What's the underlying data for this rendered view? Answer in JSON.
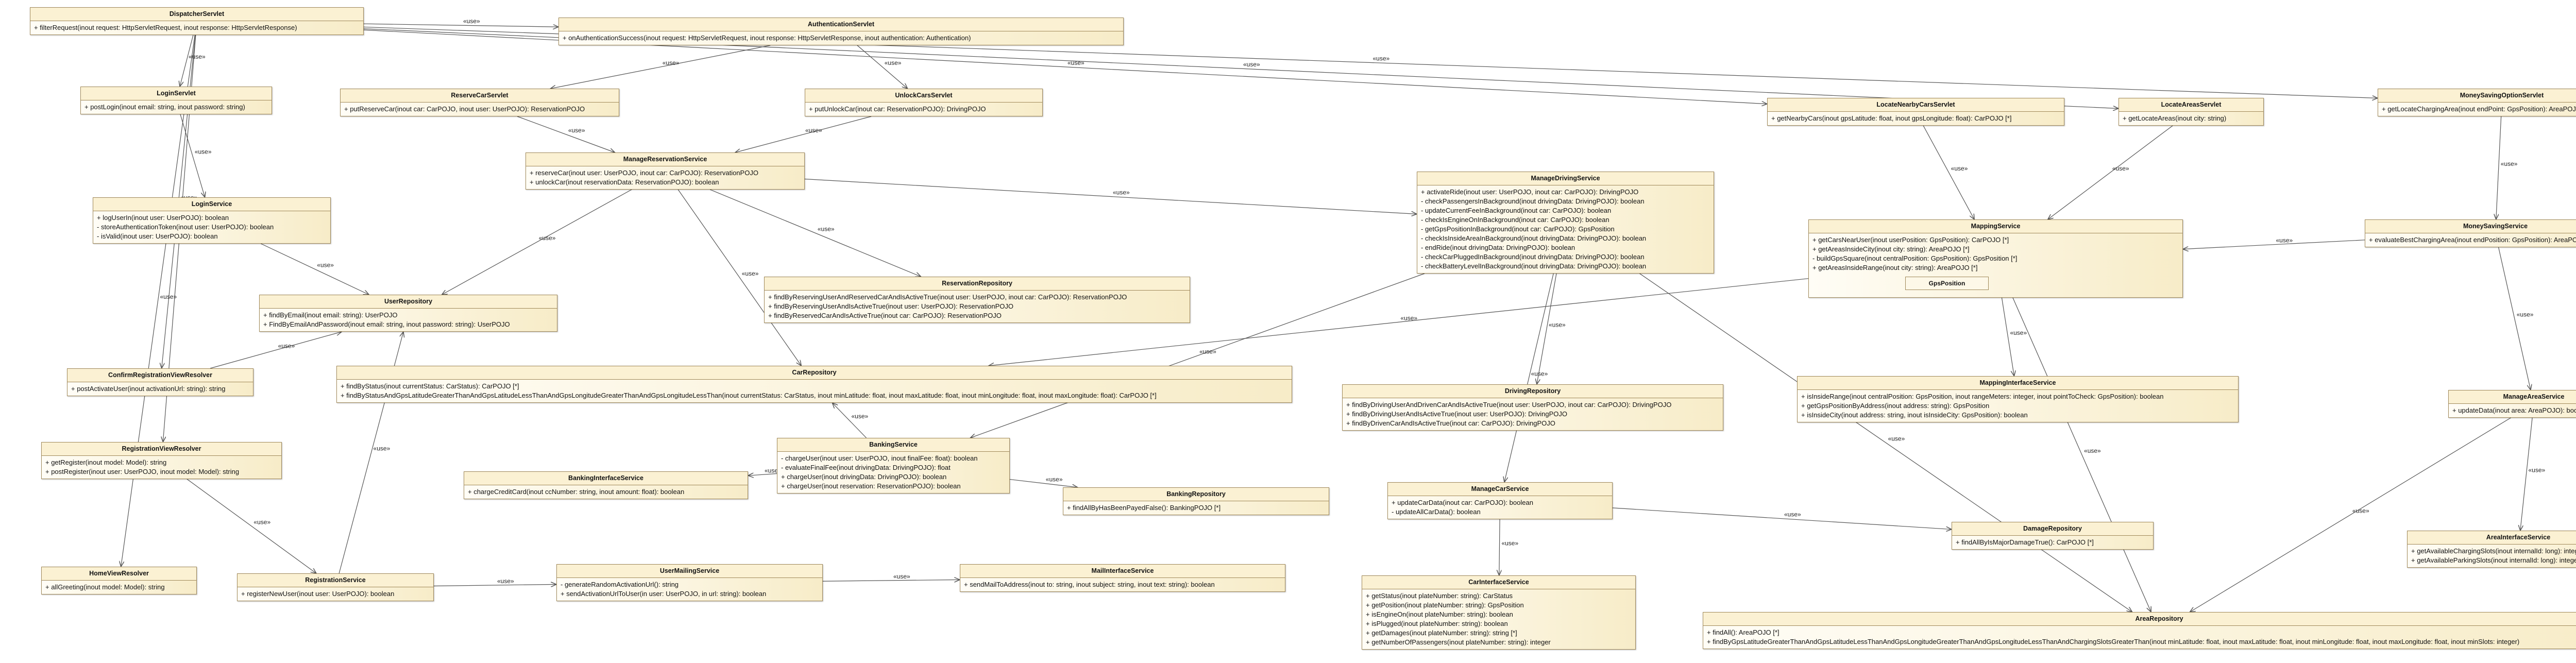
{
  "stereotype": "«use»",
  "classes": [
    {
      "key": "DispatcherServlet",
      "title": "DispatcherServlet",
      "ops": [
        "+ filterRequest(inout request: HttpServletRequest, inout response: HttpServletResponse)"
      ]
    },
    {
      "key": "AuthenticationServlet",
      "title": "AuthenticationServlet",
      "ops": [
        "+ onAuthenticationSuccess(inout request: HttpServletRequest, inout response: HttpServletResponse, inout authentication: Authentication)"
      ]
    },
    {
      "key": "LoginServlet",
      "title": "LoginServlet",
      "ops": [
        "+ postLogin(inout email: string, inout password: string)"
      ]
    },
    {
      "key": "ReserveCarServlet",
      "title": "ReserveCarServlet",
      "ops": [
        "+ putReserveCar(inout car: CarPOJO, inout user: UserPOJO): ReservationPOJO"
      ]
    },
    {
      "key": "UnlockCarsServlet",
      "title": "UnlockCarsServlet",
      "ops": [
        "+ putUnlockCar(inout car: ReservationPOJO): DrivingPOJO"
      ]
    },
    {
      "key": "LocateNearbyCarsServlet",
      "title": "LocateNearbyCarsServlet",
      "ops": [
        "+ getNearbyCars(inout gpsLatitude: float, inout gpsLongitude: float): CarPOJO [*]"
      ]
    },
    {
      "key": "LocateAreasServlet",
      "title": "LocateAreasServlet",
      "ops": [
        "+ getLocateAreas(inout city: string)"
      ]
    },
    {
      "key": "MoneySavingOptionServlet",
      "title": "MoneySavingOptionServlet",
      "ops": [
        "+ getLocateChargingArea(inout endPoint: GpsPosition): AreaPOJO"
      ]
    },
    {
      "key": "LoginService",
      "title": "LoginService",
      "ops": [
        "+ logUserIn(inout user: UserPOJO): boolean",
        "- storeAuthenticationToken(inout user: UserPOJO): boolean",
        "- isValid(inout user: UserPOJO): boolean"
      ]
    },
    {
      "key": "ManageReservationService",
      "title": "ManageReservationService",
      "ops": [
        "+ reserveCar(inout user: UserPOJO, inout car: CarPOJO): ReservationPOJO",
        "+ unlockCar(inout reservationData: ReservationPOJO): boolean"
      ]
    },
    {
      "key": "ManageDrivingService",
      "title": "ManageDrivingService",
      "ops": [
        "+ activateRide(inout user: UserPOJO, inout car: CarPOJO): DrivingPOJO",
        "- checkPassengersInBackground(inout drivingData: DrivingPOJO): boolean",
        "- updateCurrentFeeInBackground(inout car: CarPOJO): boolean",
        "- checkIsEngineOnInBackground(inout car: CarPOJO): boolean",
        "- getGpsPositionInBackground(inout car: CarPOJO): GpsPosition",
        "- checkIsInsideAreaInBackground(inout drivingData: DrivingPOJO): boolean",
        "- endRide(inout drivingData: DrivingPOJO): boolean",
        "- checkCarPluggedInBackground(inout drivingData: DrivingPOJO): boolean",
        "- checkBatteryLevelInBackground(inout drivingData: DrivingPOJO): boolean"
      ]
    },
    {
      "key": "MappingService",
      "title": "MappingService",
      "ops": [
        "+ getCarsNearUser(inout userPosition: GpsPosition): CarPOJO [*]",
        "+ getAreasInsideCity(inout city: string): AreaPOJO [*]",
        "- buildGpsSquare(inout centralPosition: GpsPosition): GpsPosition [*]",
        "+ getAreasInsideRange(inout city: string): AreaPOJO [*]"
      ],
      "nested": "GpsPosition"
    },
    {
      "key": "MoneySavingService",
      "title": "MoneySavingService",
      "ops": [
        "+ evaluateBestChargingArea(inout endPosition: GpsPosition): AreaPOJO"
      ]
    },
    {
      "key": "UserRepository",
      "title": "UserRepository",
      "ops": [
        "+ findByEmail(inout email: string): UserPOJO",
        "+ FindByEmailAndPassword(inout email: string, inout password: string): UserPOJO"
      ]
    },
    {
      "key": "ReservationRepository",
      "title": "ReservationRepository",
      "ops": [
        "+ findByReservingUserAndReservedCarAndIsActiveTrue(inout user: UserPOJO, inout car: CarPOJO): ReservationPOJO",
        "+ findByReservingUserAndIsActiveTrue(inout user: UserPOJO): ReservationPOJO",
        "+ findByReservedCarAndIsActiveTrue(inout car: CarPOJO): ReservationPOJO"
      ]
    },
    {
      "key": "ConfirmRegistrationViewResolver",
      "title": "ConfirmRegistrationViewResolver",
      "ops": [
        "+ postActivateUser(inout activationUrl: string): string"
      ]
    },
    {
      "key": "CarRepository",
      "title": "CarRepository",
      "ops": [
        "+ findByStatus(inout currentStatus: CarStatus): CarPOJO [*]",
        "+ findByStatusAndGpsLatitudeGreaterThanAndGpsLatitudeLessThanAndGpsLongitudeGreaterThanAndGpsLongitudeLessThan(inout currentStatus: CarStatus, inout minLatitude: float, inout maxLatitude: float, inout minLongitude: float, inout maxLongitude: float): CarPOJO [*]"
      ]
    },
    {
      "key": "DrivingRepository",
      "title": "DrivingRepository",
      "ops": [
        "+ findByDrivingUserAndDrivenCarAndIsActiveTrue(inout user: UserPOJO, inout car: CarPOJO): DrivingPOJO",
        "+ findByDrivingUserAndIsActiveTrue(inout user: UserPOJO): DrivingPOJO",
        "+ findByDrivenCarAndIsActiveTrue(inout car: CarPOJO): DrivingPOJO"
      ]
    },
    {
      "key": "MappingInterfaceService",
      "title": "MappingInterfaceService",
      "ops": [
        "+ isInsideRange(inout centralPosition: GpsPosition, inout rangeMeters: integer, inout pointToCheck: GpsPosition): boolean",
        "+ getGpsPositionByAddress(inout address: string): GpsPosition",
        "+ isInsideCity(inout address: string, inout isInsideCity: GpsPosition): boolean"
      ]
    },
    {
      "key": "ManageAreaService",
      "title": "ManageAreaService",
      "ops": [
        "+ updateData(inout area: AreaPOJO): boolean"
      ]
    },
    {
      "key": "RegistrationViewResolver",
      "title": "RegistrationViewResolver",
      "ops": [
        "+ getRegister(inout model: Model): string",
        "+ postRegister(inout user: UserPOJO, inout model: Model): string"
      ]
    },
    {
      "key": "BankingService",
      "title": "BankingService",
      "ops": [
        "- chargeUser(inout user: UserPOJO, inout finalFee: float): boolean",
        "- evaluateFinalFee(inout drivingData: DrivingPOJO): float",
        "+ chargeUser(inout drivingData: DrivingPOJO): boolean",
        "+ chargeUser(inout reservation: ReservationPOJO): boolean"
      ]
    },
    {
      "key": "BankingInterfaceService",
      "title": "BankingInterfaceService",
      "ops": [
        "+ chargeCreditCard(inout ccNumber: string, inout amount: float): boolean"
      ]
    },
    {
      "key": "BankingRepository",
      "title": "BankingRepository",
      "ops": [
        "+ findAllByHasBeenPayedFalse(): BankingPOJO [*]"
      ]
    },
    {
      "key": "ManageCarService",
      "title": "ManageCarService",
      "ops": [
        "+ updateCarData(inout car: CarPOJO): boolean",
        "- updateAllCarData(): boolean"
      ]
    },
    {
      "key": "DamageRepository",
      "title": "DamageRepository",
      "ops": [
        "+ findAllByIsMajorDamageTrue(): CarPOJO [*]"
      ]
    },
    {
      "key": "AreaInterfaceService",
      "title": "AreaInterfaceService",
      "ops": [
        "+ getAvailableChargingSlots(inout internalId: long): integer",
        "+ getAvailableParkingSlots(inout internalId: long): integer"
      ]
    },
    {
      "key": "HomeViewResolver",
      "title": "HomeViewResolver",
      "ops": [
        "+ allGreeting(inout model: Model): string"
      ]
    },
    {
      "key": "RegistrationService",
      "title": "RegistrationService",
      "ops": [
        "+ registerNewUser(inout user: UserPOJO): boolean"
      ]
    },
    {
      "key": "UserMailingService",
      "title": "UserMailingService",
      "ops": [
        "- generateRandomActivationUrl(): string",
        "+ sendActivationUrlToUser(in user: UserPOJO, in url: string): boolean"
      ]
    },
    {
      "key": "MailInterfaceService",
      "title": "MailInterfaceService",
      "ops": [
        "+ sendMailToAddress(inout to: string, inout subject: string, inout text: string): boolean"
      ]
    },
    {
      "key": "CarInterfaceService",
      "title": "CarInterfaceService",
      "ops": [
        "+ getStatus(inout plateNumber: string): CarStatus",
        "+ getPosition(inout plateNumber: string): GpsPosition",
        "+ isEngineOn(inout plateNumber: string): boolean",
        "+ isPlugged(inout plateNumber: string): boolean",
        "+ getDamages(inout plateNumber: string): string [*]",
        "+ getNumberOfPassengers(inout plateNumber: string): integer"
      ]
    },
    {
      "key": "AreaRepository",
      "title": "AreaRepository",
      "ops": [
        "+ findAll(): AreaPOJO [*]",
        "+ findByGpsLatitudeGreaterThanAndGpsLatitudeLessThanAndGpsLongitudeGreaterThanAndGpsLongitudeLessThanAndChargingSlotsGreaterThan(inout minLatitude: float, inout maxLatitude: float, inout minLongitude: float, inout maxLongitude: float, inout minSlots: integer)"
      ]
    }
  ],
  "edges": [
    {
      "from": "DispatcherServlet",
      "to": "AuthenticationServlet"
    },
    {
      "from": "DispatcherServlet",
      "to": "LocateNearbyCarsServlet"
    },
    {
      "from": "DispatcherServlet",
      "to": "LocateAreasServlet"
    },
    {
      "from": "DispatcherServlet",
      "to": "MoneySavingOptionServlet"
    },
    {
      "from": "DispatcherServlet",
      "to": "LoginServlet"
    },
    {
      "from": "DispatcherServlet",
      "to": "ConfirmRegistrationViewResolver"
    },
    {
      "from": "DispatcherServlet",
      "to": "RegistrationViewResolver"
    },
    {
      "from": "DispatcherServlet",
      "to": "HomeViewResolver"
    },
    {
      "from": "AuthenticationServlet",
      "to": "ReserveCarServlet"
    },
    {
      "from": "AuthenticationServlet",
      "to": "UnlockCarsServlet"
    },
    {
      "from": "LoginServlet",
      "to": "LoginService"
    },
    {
      "from": "LoginService",
      "to": "UserRepository"
    },
    {
      "from": "ReserveCarServlet",
      "to": "ManageReservationService"
    },
    {
      "from": "UnlockCarsServlet",
      "to": "ManageReservationService"
    },
    {
      "from": "ManageReservationService",
      "to": "UserRepository"
    },
    {
      "from": "ManageReservationService",
      "to": "ReservationRepository"
    },
    {
      "from": "ManageReservationService",
      "to": "CarRepository"
    },
    {
      "from": "ManageReservationService",
      "to": "ManageDrivingService"
    },
    {
      "from": "LocateNearbyCarsServlet",
      "to": "MappingService"
    },
    {
      "from": "LocateAreasServlet",
      "to": "MappingService"
    },
    {
      "from": "MoneySavingOptionServlet",
      "to": "MoneySavingService"
    },
    {
      "from": "MoneySavingService",
      "to": "MappingService"
    },
    {
      "from": "MoneySavingService",
      "to": "ManageAreaService"
    },
    {
      "from": "MappingService",
      "to": "MappingInterfaceService"
    },
    {
      "from": "MappingService",
      "to": "CarRepository"
    },
    {
      "from": "MappingService",
      "to": "AreaRepository"
    },
    {
      "from": "ManageDrivingService",
      "to": "DrivingRepository"
    },
    {
      "from": "ManageDrivingService",
      "to": "BankingService"
    },
    {
      "from": "ManageDrivingService",
      "to": "ManageCarService"
    },
    {
      "from": "ManageDrivingService",
      "to": "AreaRepository"
    },
    {
      "from": "ConfirmRegistrationViewResolver",
      "to": "UserRepository"
    },
    {
      "from": "RegistrationViewResolver",
      "to": "RegistrationService"
    },
    {
      "from": "RegistrationService",
      "to": "UserRepository"
    },
    {
      "from": "RegistrationService",
      "to": "UserMailingService"
    },
    {
      "from": "UserMailingService",
      "to": "MailInterfaceService"
    },
    {
      "from": "BankingService",
      "to": "BankingInterfaceService"
    },
    {
      "from": "BankingService",
      "to": "BankingRepository"
    },
    {
      "from": "BankingService",
      "to": "CarRepository"
    },
    {
      "from": "ManageCarService",
      "to": "CarInterfaceService"
    },
    {
      "from": "ManageCarService",
      "to": "DamageRepository"
    },
    {
      "from": "ManageAreaService",
      "to": "AreaInterfaceService"
    },
    {
      "from": "ManageAreaService",
      "to": "AreaRepository"
    }
  ]
}
